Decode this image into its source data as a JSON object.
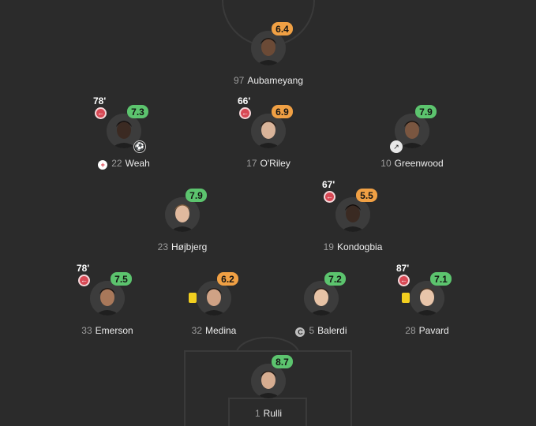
{
  "players": [
    {
      "id": "aubameyang",
      "number": "97",
      "name": "Aubameyang",
      "rating": "6.4",
      "rating_color": "orange"
    },
    {
      "id": "weah",
      "number": "22",
      "name": "Weah",
      "rating": "7.3",
      "rating_color": "green",
      "sub_time": "78'",
      "sub_off": true,
      "goal": true,
      "injured": true
    },
    {
      "id": "oriley",
      "number": "17",
      "name": "O'Riley",
      "rating": "6.9",
      "rating_color": "orange",
      "sub_time": "66'",
      "sub_off": true
    },
    {
      "id": "greenwood",
      "number": "10",
      "name": "Greenwood",
      "rating": "7.9",
      "rating_color": "green",
      "assist": true
    },
    {
      "id": "hojbjerg",
      "number": "23",
      "name": "Højbjerg",
      "rating": "7.9",
      "rating_color": "green"
    },
    {
      "id": "kondogbia",
      "number": "19",
      "name": "Kondogbia",
      "rating": "5.5",
      "rating_color": "orange",
      "sub_time": "67'",
      "sub_off": true
    },
    {
      "id": "emerson",
      "number": "33",
      "name": "Emerson",
      "rating": "7.5",
      "rating_color": "green",
      "sub_time": "78'",
      "sub_off": true
    },
    {
      "id": "medina",
      "number": "32",
      "name": "Medina",
      "rating": "6.2",
      "rating_color": "orange",
      "yellow_card": true
    },
    {
      "id": "balerdi",
      "number": "5",
      "name": "Balerdi",
      "rating": "7.2",
      "rating_color": "green",
      "captain": true
    },
    {
      "id": "pavard",
      "number": "28",
      "name": "Pavard",
      "rating": "7.1",
      "rating_color": "green",
      "sub_time": "87'",
      "sub_off": true,
      "yellow_card": true
    },
    {
      "id": "rulli",
      "number": "1",
      "name": "Rulli",
      "rating": "8.7",
      "rating_color": "green"
    }
  ],
  "colors": {
    "green": "#5cc46e",
    "orange": "#f0a044",
    "yellow_card": "#f2cf1f",
    "sub_off": "#d84955"
  }
}
